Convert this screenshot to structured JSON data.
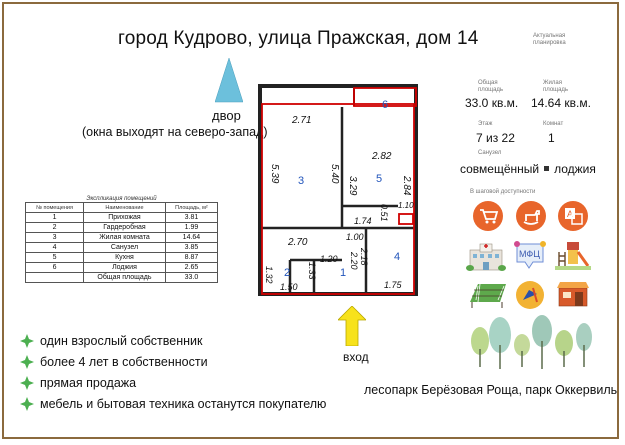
{
  "title": "город Кудрово, улица Пражская, дом 14",
  "actual_note": "Актуальная планировка",
  "compass": {
    "label": "двор",
    "windows_note": "(окна выходят на северо-запад)"
  },
  "stats": {
    "total_label": "Общая площадь",
    "total_value": "33.0 кв.м.",
    "living_label": "Жилая площадь",
    "living_value": "14.64 кв.м.",
    "floor_label": "Этаж",
    "floor_value": "7 из 22",
    "rooms_label": "Комнат",
    "rooms_value": "1",
    "bath_label": "Санузел"
  },
  "legend": {
    "bath": "совмещённый",
    "loggia": "лоджия"
  },
  "reach_label": "В шаговой доступности",
  "icons": [
    "shopping-cart-icon",
    "rocking-horse-icon",
    "translate-icon",
    "hospital-icon",
    "mfc-icon",
    "playground-icon",
    "sports-field-icon",
    "school-icon",
    "cafe-icon"
  ],
  "mfc_text": "МФЦ",
  "table": {
    "caption": "Экспликация помещений",
    "headers": [
      "№ помещения",
      "Наименование",
      "Площадь, м²"
    ],
    "rows": [
      [
        "1",
        "Прихожая",
        "3.81"
      ],
      [
        "2",
        "Гардеробная",
        "1.99"
      ],
      [
        "3",
        "Жилая комната",
        "14.64"
      ],
      [
        "4",
        "Санузел",
        "3.85"
      ],
      [
        "5",
        "Кухня",
        "8.87"
      ],
      [
        "6",
        "Лоджия",
        "2.65"
      ]
    ],
    "total_label": "Общая площадь",
    "total_value": "33.0"
  },
  "plan": {
    "rooms": [
      "1",
      "2",
      "3",
      "4",
      "5",
      "6"
    ],
    "dims": [
      "2.71",
      "5.39",
      "5.40",
      "3.29",
      "2.82",
      "2.84",
      "1.74",
      "0.51",
      "1.10",
      "2.70",
      "1.00",
      "1.32",
      "1.33",
      "1.20",
      "2.20",
      "2.18",
      "1.50",
      "1.75"
    ]
  },
  "entrance": "вход",
  "bullets": [
    "один взрослый собственник",
    "более 4 лет в собственности",
    "прямая продажа",
    "мебель и бытовая техника останутся покупателю"
  ],
  "parks": "лесопарк Берёзовая Роща, парк Оккервиль",
  "colors": {
    "wall": "#c40000",
    "accent": "#e8652b",
    "compass": "#5fb4d4",
    "bullet": "#4caf50",
    "frame": "#8b6a3e"
  }
}
